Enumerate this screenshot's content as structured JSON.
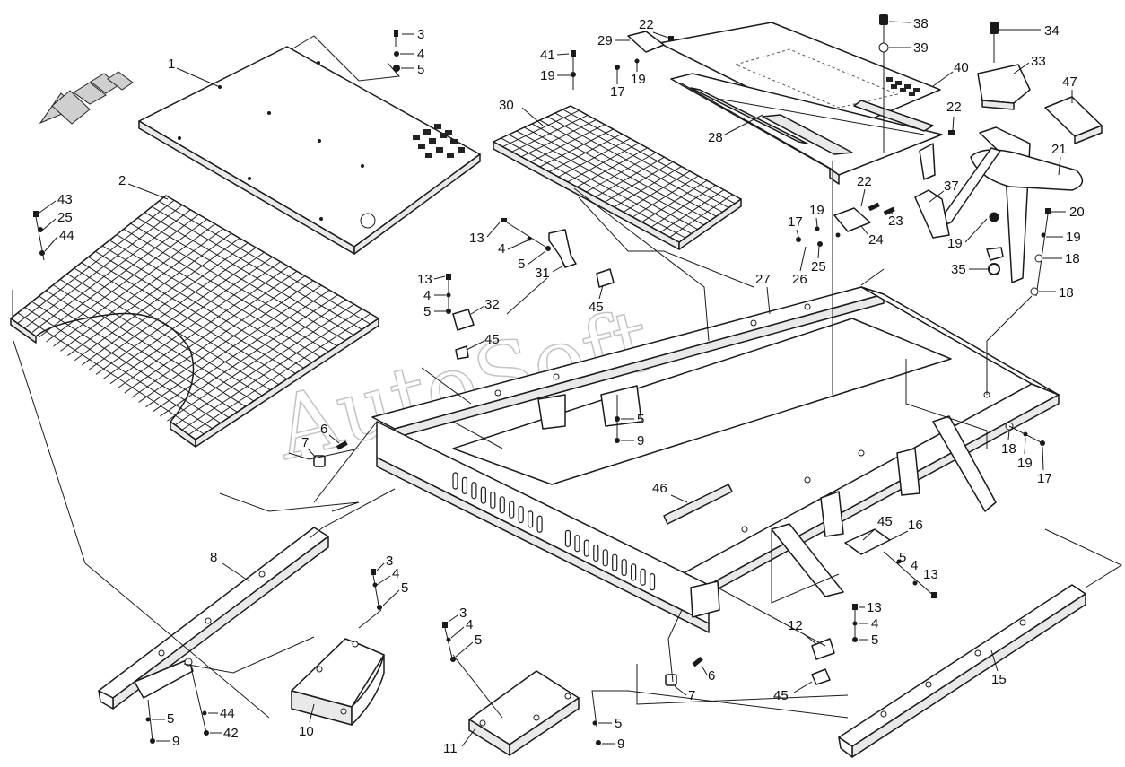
{
  "diagram": {
    "watermark": "AutoSoft",
    "callouts": [
      {
        "text": "1",
        "name": "floor-cover-plate"
      },
      {
        "text": "2",
        "name": "front-grating"
      },
      {
        "text": "3",
        "name": "bolt"
      },
      {
        "text": "4",
        "name": "washer"
      },
      {
        "text": "5",
        "name": "lock-washer"
      },
      {
        "text": "6",
        "name": "bolt"
      },
      {
        "text": "7",
        "name": "bushing"
      },
      {
        "text": "8",
        "name": "left-channel"
      },
      {
        "text": "9",
        "name": "nut"
      },
      {
        "text": "10",
        "name": "support-plate"
      },
      {
        "text": "11",
        "name": "support-plate"
      },
      {
        "text": "12",
        "name": "bracket"
      },
      {
        "text": "13",
        "name": "bolt"
      },
      {
        "text": "15",
        "name": "right-channel"
      },
      {
        "text": "16",
        "name": "bracket"
      },
      {
        "text": "17",
        "name": "nut"
      },
      {
        "text": "18",
        "name": "washer"
      },
      {
        "text": "19",
        "name": "lock-washer"
      },
      {
        "text": "20",
        "name": "bolt"
      },
      {
        "text": "21",
        "name": "handrail"
      },
      {
        "text": "22",
        "name": "bolt"
      },
      {
        "text": "23",
        "name": "bolt"
      },
      {
        "text": "24",
        "name": "bracket"
      },
      {
        "text": "25",
        "name": "washer"
      },
      {
        "text": "26",
        "name": "nut"
      },
      {
        "text": "27",
        "name": "main-frame"
      },
      {
        "text": "28",
        "name": "step-frame"
      },
      {
        "text": "29",
        "name": "hinge-bracket"
      },
      {
        "text": "30",
        "name": "step-grating"
      },
      {
        "text": "31",
        "name": "clamp"
      },
      {
        "text": "32",
        "name": "clamp"
      },
      {
        "text": "33",
        "name": "pad"
      },
      {
        "text": "34",
        "name": "bolt"
      },
      {
        "text": "35",
        "name": "nut"
      },
      {
        "text": "37",
        "name": "bracket"
      },
      {
        "text": "38",
        "name": "bolt"
      },
      {
        "text": "39",
        "name": "washer"
      },
      {
        "text": "40",
        "name": "cover-plate"
      },
      {
        "text": "41",
        "name": "bolt"
      },
      {
        "text": "42",
        "name": "nut"
      },
      {
        "text": "43",
        "name": "bolt"
      },
      {
        "text": "44",
        "name": "washer"
      },
      {
        "text": "45",
        "name": "clip"
      },
      {
        "text": "46",
        "name": "seal-strip"
      },
      {
        "text": "47",
        "name": "pad"
      }
    ]
  }
}
